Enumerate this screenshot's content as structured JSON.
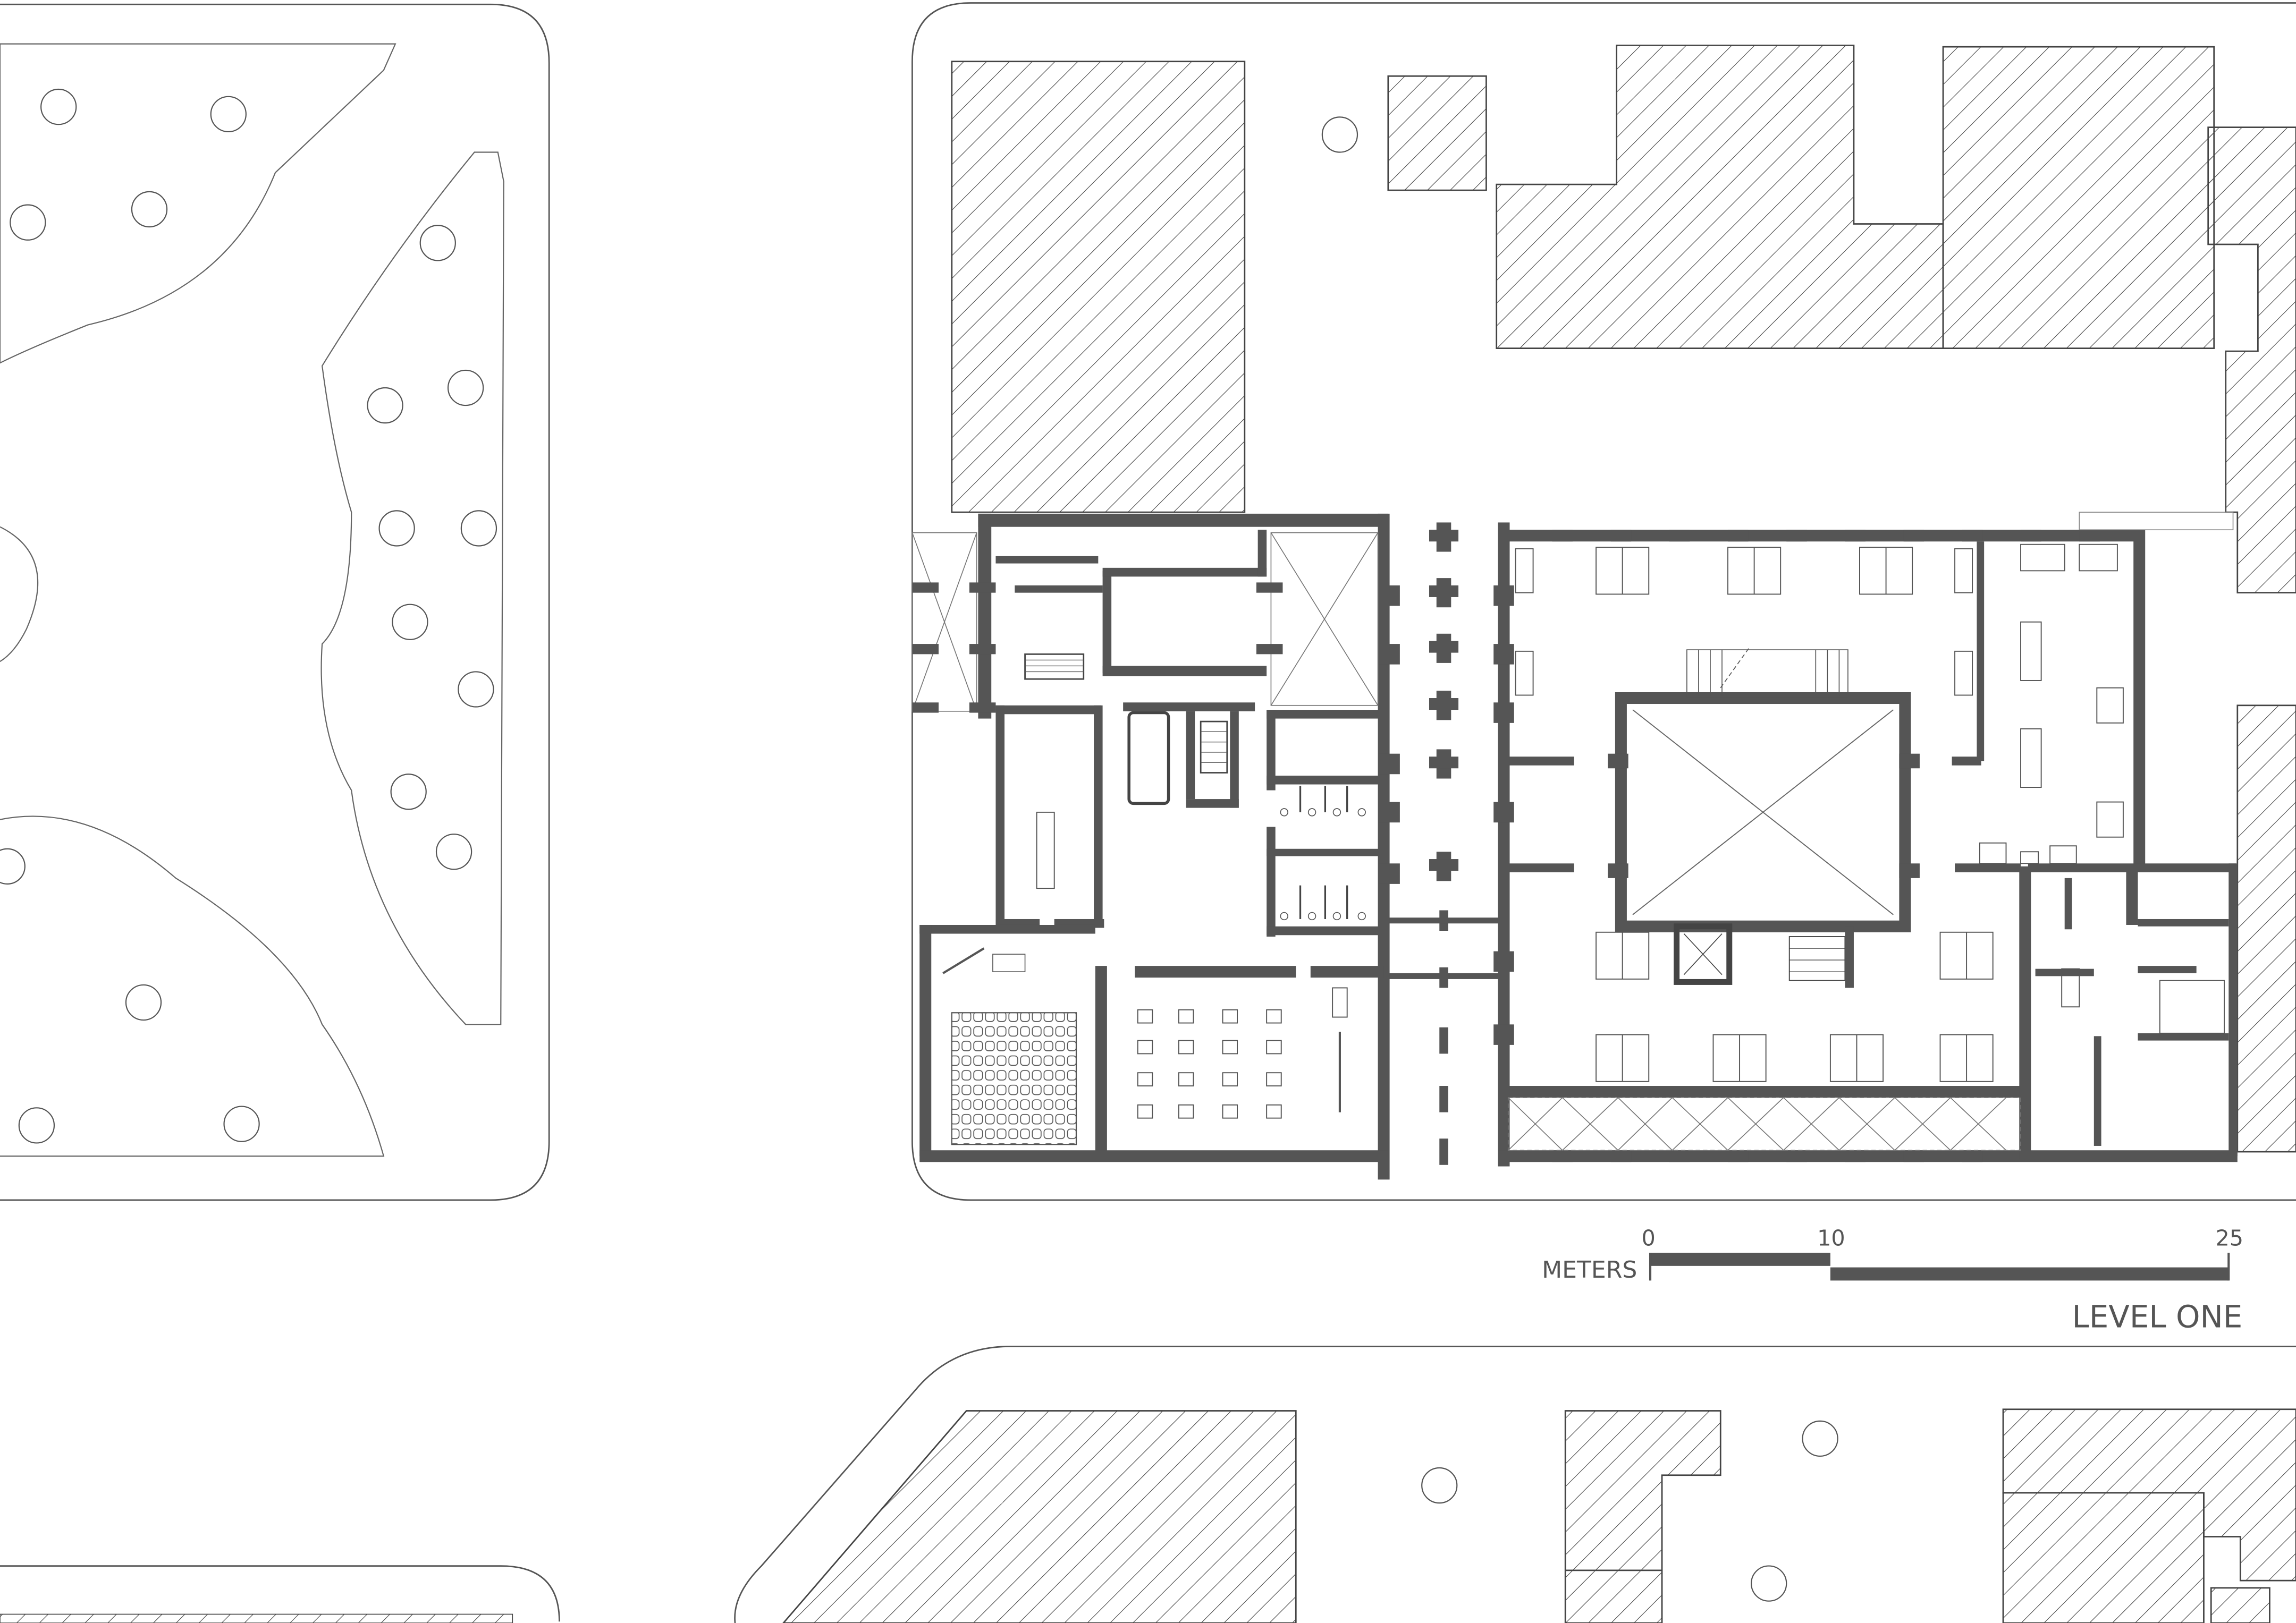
{
  "drawing": {
    "title": "LEVEL ONE",
    "scale_bar": {
      "unit_label": "METERS",
      "ticks": [
        "0",
        "10",
        "25"
      ]
    }
  },
  "colors": {
    "wall": "#555555",
    "line": "#333333",
    "thin_line": "#666666",
    "hatch": "#444444",
    "paper": "#ffffff"
  }
}
